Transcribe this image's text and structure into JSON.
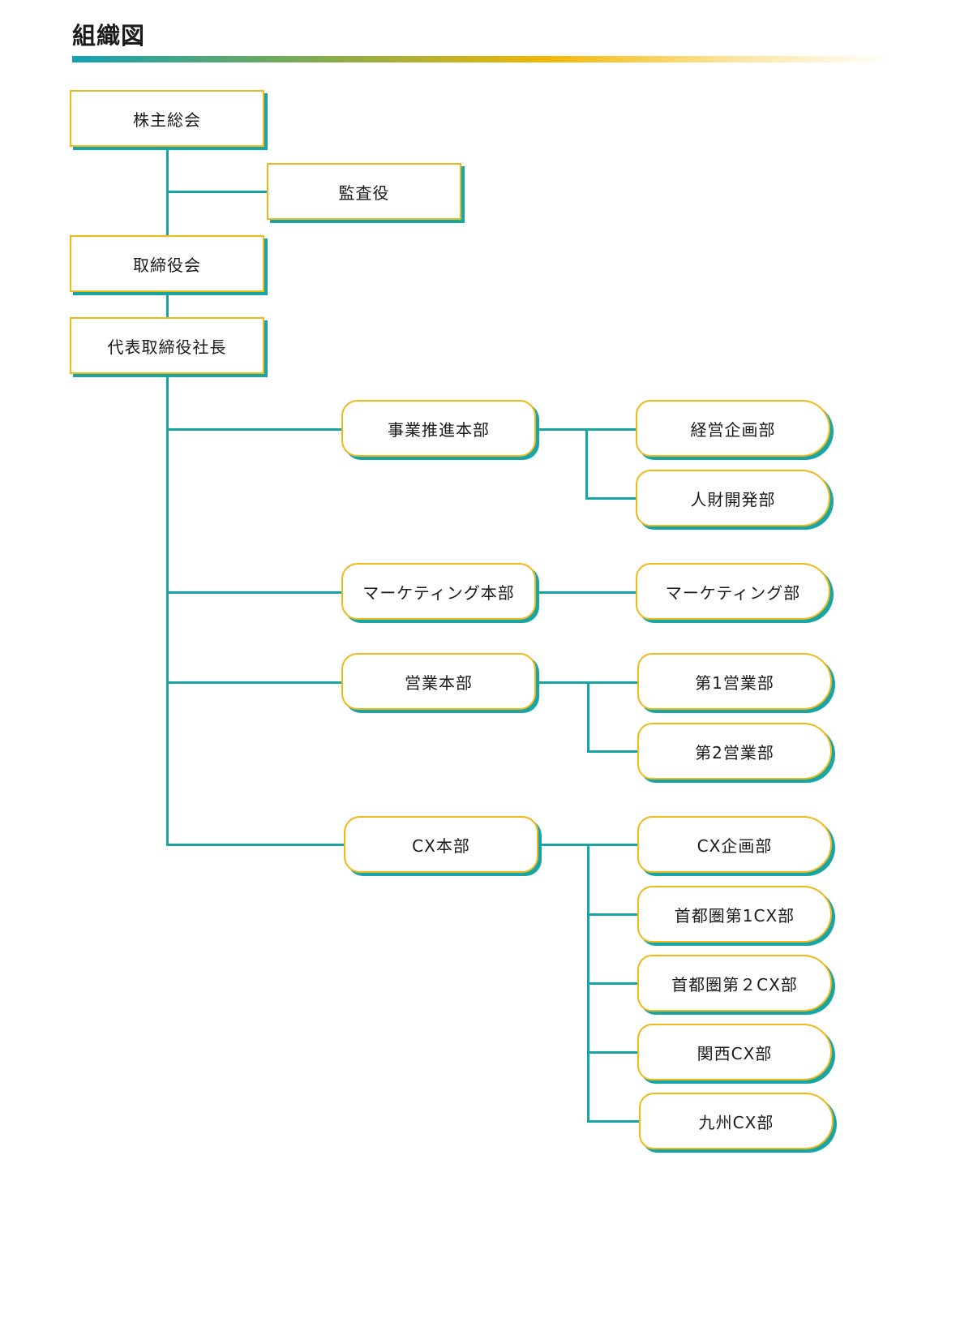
{
  "title": "組織図",
  "board": {
    "shareholders": "株主総会",
    "auditor": "監査役",
    "directors": "取締役会",
    "president": "代表取締役社長"
  },
  "divisions": {
    "business_promotion": {
      "label": "事業推進本部",
      "departments": [
        "経営企画部",
        "人財開発部"
      ]
    },
    "marketing": {
      "label": "マーケティング本部",
      "departments": [
        "マーケティング部"
      ]
    },
    "sales": {
      "label": "営業本部",
      "departments": [
        "第1営業部",
        "第2営業部"
      ]
    },
    "cx": {
      "label": "CX本部",
      "departments": [
        "CX企画部",
        "首都圏第1CX部",
        "首都圏第２CX部",
        "関西CX部",
        "九州CX部"
      ]
    }
  },
  "colors": {
    "accent_line": "#17a5a5",
    "box_border": "#f0b818",
    "title_gradient_start": "#12a2b5",
    "title_gradient_mid": "#f2b705"
  }
}
